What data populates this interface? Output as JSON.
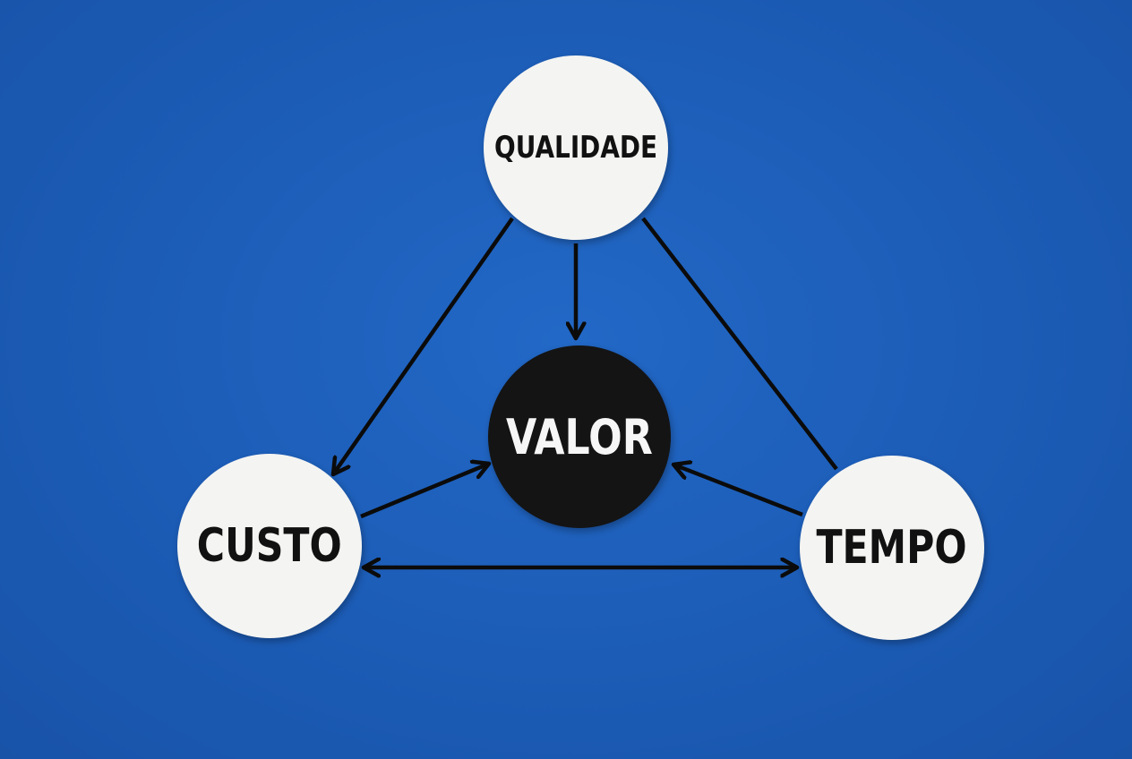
{
  "diagram": {
    "nodes": {
      "quality": {
        "label": "QUALIDADE"
      },
      "value": {
        "label": "VALOR"
      },
      "cost": {
        "label": "CUSTO"
      },
      "time": {
        "label": "TEMPO"
      }
    },
    "edges": [
      {
        "from": "QUALIDADE",
        "to": "VALOR",
        "direction": "forward"
      },
      {
        "from": "QUALIDADE",
        "to": "CUSTO",
        "direction": "forward"
      },
      {
        "from": "QUALIDADE",
        "to": "TEMPO",
        "direction": "none"
      },
      {
        "from": "CUSTO",
        "to": "VALOR",
        "direction": "forward"
      },
      {
        "from": "TEMPO",
        "to": "VALOR",
        "direction": "forward"
      },
      {
        "from": "CUSTO",
        "to": "TEMPO",
        "direction": "both"
      }
    ]
  },
  "colors": {
    "background": "#1d5fb8",
    "node_light": "#f4f4f2",
    "node_dark": "#141414",
    "arrow": "#0b0b0b"
  }
}
